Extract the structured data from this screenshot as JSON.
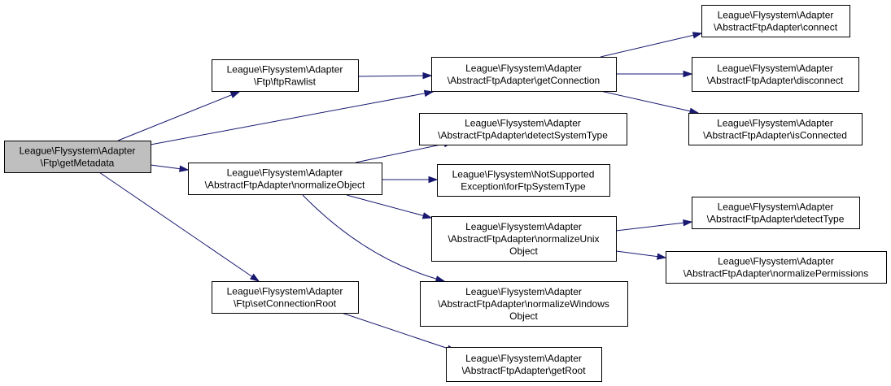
{
  "colors": {
    "edge": "#191970",
    "node_fill": "#ffffff",
    "root_fill": "#bfbfbf",
    "border": "#000000"
  },
  "nodes": [
    {
      "id": "getMetadata",
      "lines": [
        "League\\Flysystem\\Adapter",
        "\\Ftp\\getMetadata"
      ],
      "root": true
    },
    {
      "id": "ftpRawlist",
      "lines": [
        "League\\Flysystem\\Adapter",
        "\\Ftp\\ftpRawlist"
      ]
    },
    {
      "id": "normalizeObject",
      "lines": [
        "League\\Flysystem\\Adapter",
        "\\AbstractFtpAdapter\\normalizeObject"
      ]
    },
    {
      "id": "setConnectionRoot",
      "lines": [
        "League\\Flysystem\\Adapter",
        "\\Ftp\\setConnectionRoot"
      ]
    },
    {
      "id": "getConnection",
      "lines": [
        "League\\Flysystem\\Adapter",
        "\\AbstractFtpAdapter\\getConnection"
      ]
    },
    {
      "id": "detectSystemType",
      "lines": [
        "League\\Flysystem\\Adapter",
        "\\AbstractFtpAdapter\\detectSystemType"
      ]
    },
    {
      "id": "forFtpSystemType",
      "lines": [
        "League\\Flysystem\\NotSupported",
        "Exception\\forFtpSystemType"
      ]
    },
    {
      "id": "normalizeUnixObject",
      "lines": [
        "League\\Flysystem\\Adapter",
        "\\AbstractFtpAdapter\\normalizeUnix",
        "Object"
      ]
    },
    {
      "id": "normalizeWindowsObject",
      "lines": [
        "League\\Flysystem\\Adapter",
        "\\AbstractFtpAdapter\\normalizeWindows",
        "Object"
      ]
    },
    {
      "id": "getRoot",
      "lines": [
        "League\\Flysystem\\Adapter",
        "\\AbstractFtpAdapter\\getRoot"
      ]
    },
    {
      "id": "connect",
      "lines": [
        "League\\Flysystem\\Adapter",
        "\\AbstractFtpAdapter\\connect"
      ]
    },
    {
      "id": "disconnect",
      "lines": [
        "League\\Flysystem\\Adapter",
        "\\AbstractFtpAdapter\\disconnect"
      ]
    },
    {
      "id": "isConnected",
      "lines": [
        "League\\Flysystem\\Adapter",
        "\\AbstractFtpAdapter\\isConnected"
      ]
    },
    {
      "id": "detectType",
      "lines": [
        "League\\Flysystem\\Adapter",
        "\\AbstractFtpAdapter\\detectType"
      ]
    },
    {
      "id": "normalizePermissions",
      "lines": [
        "League\\Flysystem\\Adapter",
        "\\AbstractFtpAdapter\\normalizePermissions"
      ]
    }
  ],
  "edges": [
    {
      "from": "getMetadata",
      "to": "ftpRawlist"
    },
    {
      "from": "getMetadata",
      "to": "getConnection"
    },
    {
      "from": "getMetadata",
      "to": "normalizeObject"
    },
    {
      "from": "getMetadata",
      "to": "setConnectionRoot"
    },
    {
      "from": "ftpRawlist",
      "to": "getConnection"
    },
    {
      "from": "getConnection",
      "to": "connect"
    },
    {
      "from": "getConnection",
      "to": "disconnect"
    },
    {
      "from": "getConnection",
      "to": "isConnected"
    },
    {
      "from": "normalizeObject",
      "to": "detectSystemType"
    },
    {
      "from": "normalizeObject",
      "to": "forFtpSystemType"
    },
    {
      "from": "normalizeObject",
      "to": "normalizeUnixObject"
    },
    {
      "from": "normalizeObject",
      "to": "normalizeWindowsObject"
    },
    {
      "from": "normalizeUnixObject",
      "to": "detectType"
    },
    {
      "from": "normalizeUnixObject",
      "to": "normalizePermissions"
    },
    {
      "from": "setConnectionRoot",
      "to": "getRoot"
    }
  ]
}
